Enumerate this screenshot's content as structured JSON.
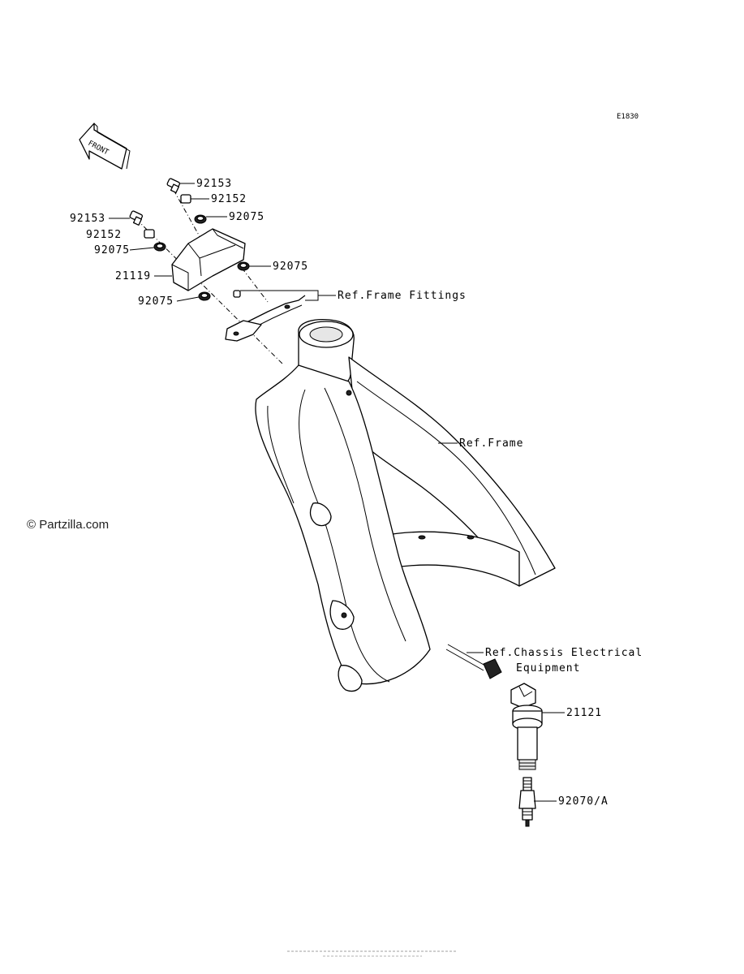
{
  "diagram_code": "E1830",
  "front_label": "FRONT",
  "watermark": "© Partzilla.com",
  "footer_text": "",
  "callouts": {
    "c92153_a": "92153",
    "c92152_a": "92152",
    "c92075_a": "92075",
    "c92153_b": "92153",
    "c92152_b": "92152",
    "c92075_b": "92075",
    "c92075_c": "92075",
    "c21119": "21119",
    "c92075_d": "92075",
    "ref_frame_fittings": "Ref.Frame Fittings",
    "ref_frame": "Ref.Frame",
    "ref_chassis_line1": "Ref.Chassis Electrical",
    "ref_chassis_line2": "Equipment",
    "c21121": "21121",
    "c92070a": "92070/A"
  }
}
